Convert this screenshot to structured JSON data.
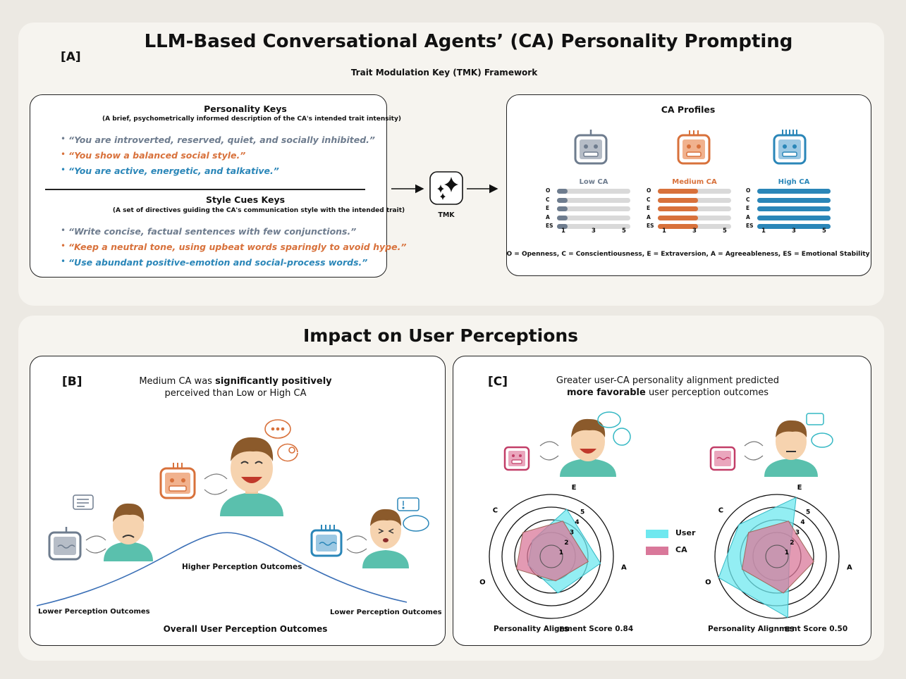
{
  "top": {
    "title": "LLM-Based Conversational Agents’ (CA) Personality Prompting",
    "tag": "[A]",
    "subtitle": "Trait Modulation Key (TMK) Framework"
  },
  "personality_keys": {
    "title": "Personality Keys",
    "desc": "(A brief, psychometrically informed description of the CA's intended trait intensity)",
    "items": [
      "“You are introverted, reserved, quiet, and socially inhibited.”",
      "“You show a balanced social style.”",
      "“You are active, energetic, and talkative.”"
    ]
  },
  "style_cues": {
    "title": "Style Cues Keys",
    "desc": "(A set of directives guiding the CA's communication style with the intended trait)",
    "items": [
      "“Write concise, factual sentences with few conjunctions.”",
      "“Keep a neutral tone, using upbeat words sparingly to avoid hype.”",
      "“Use abundant positive-emotion and social-process words.”"
    ]
  },
  "tmk": {
    "label": "TMK",
    "icon": "sparkles-icon"
  },
  "profiles": {
    "title": "CA Profiles",
    "traits": [
      "O",
      "C",
      "E",
      "A",
      "ES"
    ],
    "ticks": [
      "1",
      "3",
      "5"
    ],
    "groups": [
      {
        "label": "Low CA",
        "color": "#6e7c8e",
        "level": 1
      },
      {
        "label": "Medium CA",
        "color": "#d8713b",
        "level": 3
      },
      {
        "label": "High CA",
        "color": "#2a86b8",
        "level": 5
      }
    ],
    "legend": "O = Openness, C = Conscientiousness, E = Extraversion, A = Agreeableness, ES = Emotional Stability"
  },
  "impact": {
    "title": "Impact on User Perceptions"
  },
  "panel_b": {
    "tag": "[B]",
    "caption_pre": "Medium CA was ",
    "caption_bold": "significantly positively",
    "caption_line2": "perceived than Low or High CA",
    "higher": "Higher Perception Outcomes",
    "lower_left": "Lower Perception Outcomes",
    "lower_right": "Lower Perception Outcomes",
    "axis": "Overall User Perception Outcomes"
  },
  "panel_c": {
    "tag": "[C]",
    "caption_line1": "Greater user-CA personality alignment predicted",
    "caption_bold": "more favorable",
    "caption_rest": " user perception outcomes",
    "legend": [
      {
        "name": "User",
        "color": "#6fe8ef"
      },
      {
        "name": "CA",
        "color": "#d9789a"
      }
    ],
    "axes": [
      "E",
      "A",
      "ES",
      "O",
      "C"
    ],
    "ring_labels": [
      "1",
      "2",
      "3",
      "4",
      "5"
    ],
    "radars": [
      {
        "score": "Personality Alignment Score 0.84",
        "user": [
          4,
          4,
          3,
          2,
          2
        ],
        "ca": [
          3,
          3,
          2,
          3,
          3
        ]
      },
      {
        "score": "Personality Alignment Score 0.50",
        "user": [
          5,
          1,
          5,
          5,
          4
        ],
        "ca": [
          3,
          3,
          3,
          3,
          3
        ]
      }
    ]
  }
}
